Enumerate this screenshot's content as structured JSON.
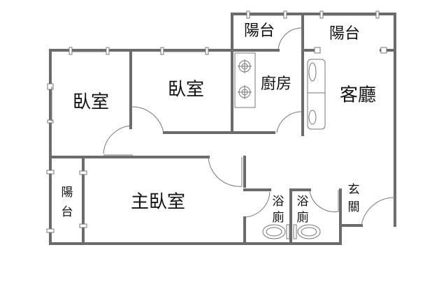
{
  "rooms": {
    "balcony_top_left": "陽台",
    "balcony_top_right": "陽台",
    "bedroom_left": "臥室",
    "bedroom_middle": "臥室",
    "kitchen": "廚房",
    "living_room": "客廳",
    "balcony_left": [
      "陽",
      "台"
    ],
    "master_bedroom": "主臥室",
    "bathroom_1": [
      "浴",
      "廁"
    ],
    "bathroom_2": [
      "浴",
      "廁"
    ],
    "entrance": [
      "玄",
      "關"
    ]
  },
  "colors": {
    "wall": "#6b6b6b",
    "line": "#777777"
  }
}
